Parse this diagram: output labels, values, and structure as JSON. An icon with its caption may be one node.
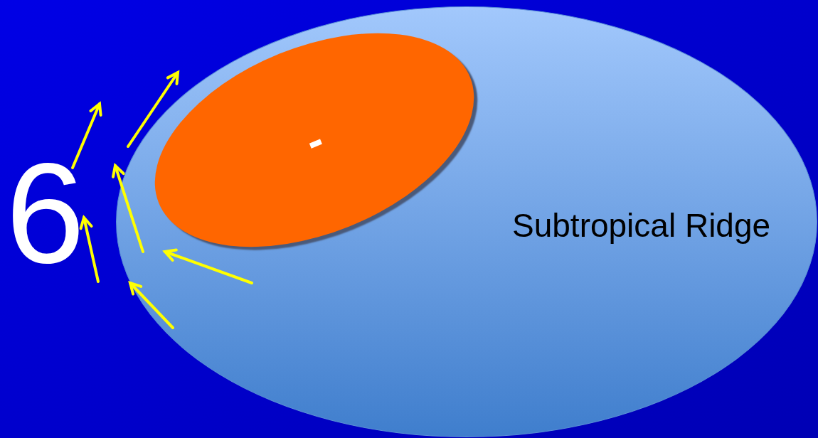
{
  "diagram": {
    "nodes": [
      {
        "text": [
          "Subtropical Ridge"
        ]
      },
      {
        "text": [
          "-"
        ],
        "in": 0
      }
    ],
    "labels": [
      "6"
    ]
  }
}
